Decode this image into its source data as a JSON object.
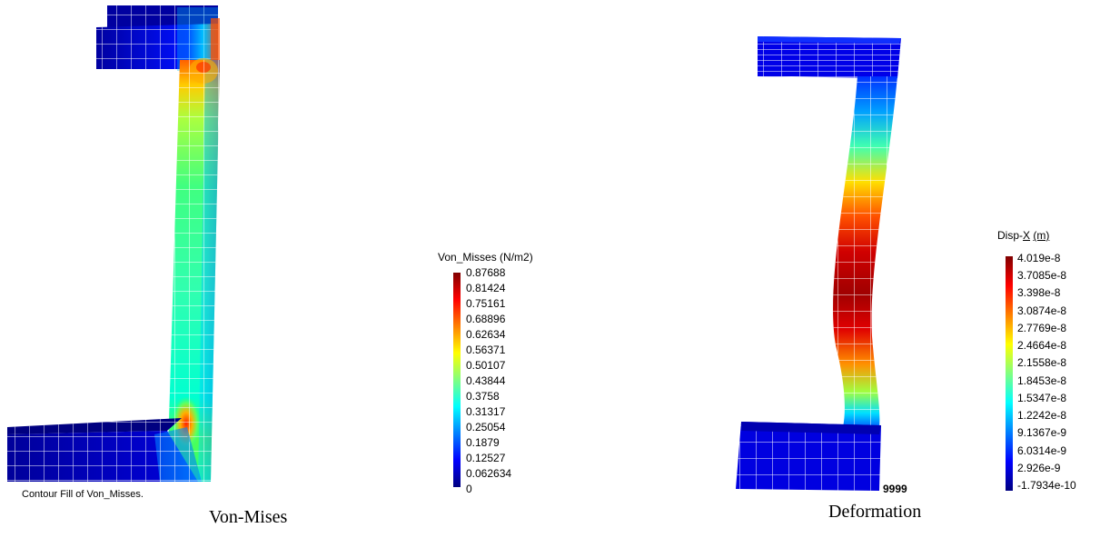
{
  "left_panel": {
    "caption": "Von-Mises",
    "contour_caption": "Contour Fill of Von_Misses.",
    "legend": {
      "title": "Von_Misses (N/m2)",
      "values": [
        "0.87688",
        "0.81424",
        "0.75161",
        "0.68896",
        "0.62634",
        "0.56371",
        "0.50107",
        "0.43844",
        "0.3758",
        "0.31317",
        "0.25054",
        "0.1879",
        "0.12527",
        "0.062634",
        "0"
      ]
    }
  },
  "right_panel": {
    "caption": "Deformation",
    "node_label": "9999",
    "legend": {
      "title_prefix": "Disp-",
      "title_axis": "X",
      "title_unit": "(m)",
      "values": [
        "4.019e-8",
        "3.7085e-8",
        "3.398e-8",
        "3.0874e-8",
        "2.7769e-8",
        "2.4664e-8",
        "2.1558e-8",
        "1.8453e-8",
        "1.5347e-8",
        "1.2242e-8",
        "9.1367e-9",
        "6.0314e-9",
        "2.926e-9",
        "-1.7934e-10"
      ]
    }
  },
  "colors": {
    "jet": [
      "#000080",
      "#0000ff",
      "#0080ff",
      "#00ffff",
      "#80ff80",
      "#ffff00",
      "#ff8000",
      "#ff0000",
      "#800000"
    ]
  }
}
